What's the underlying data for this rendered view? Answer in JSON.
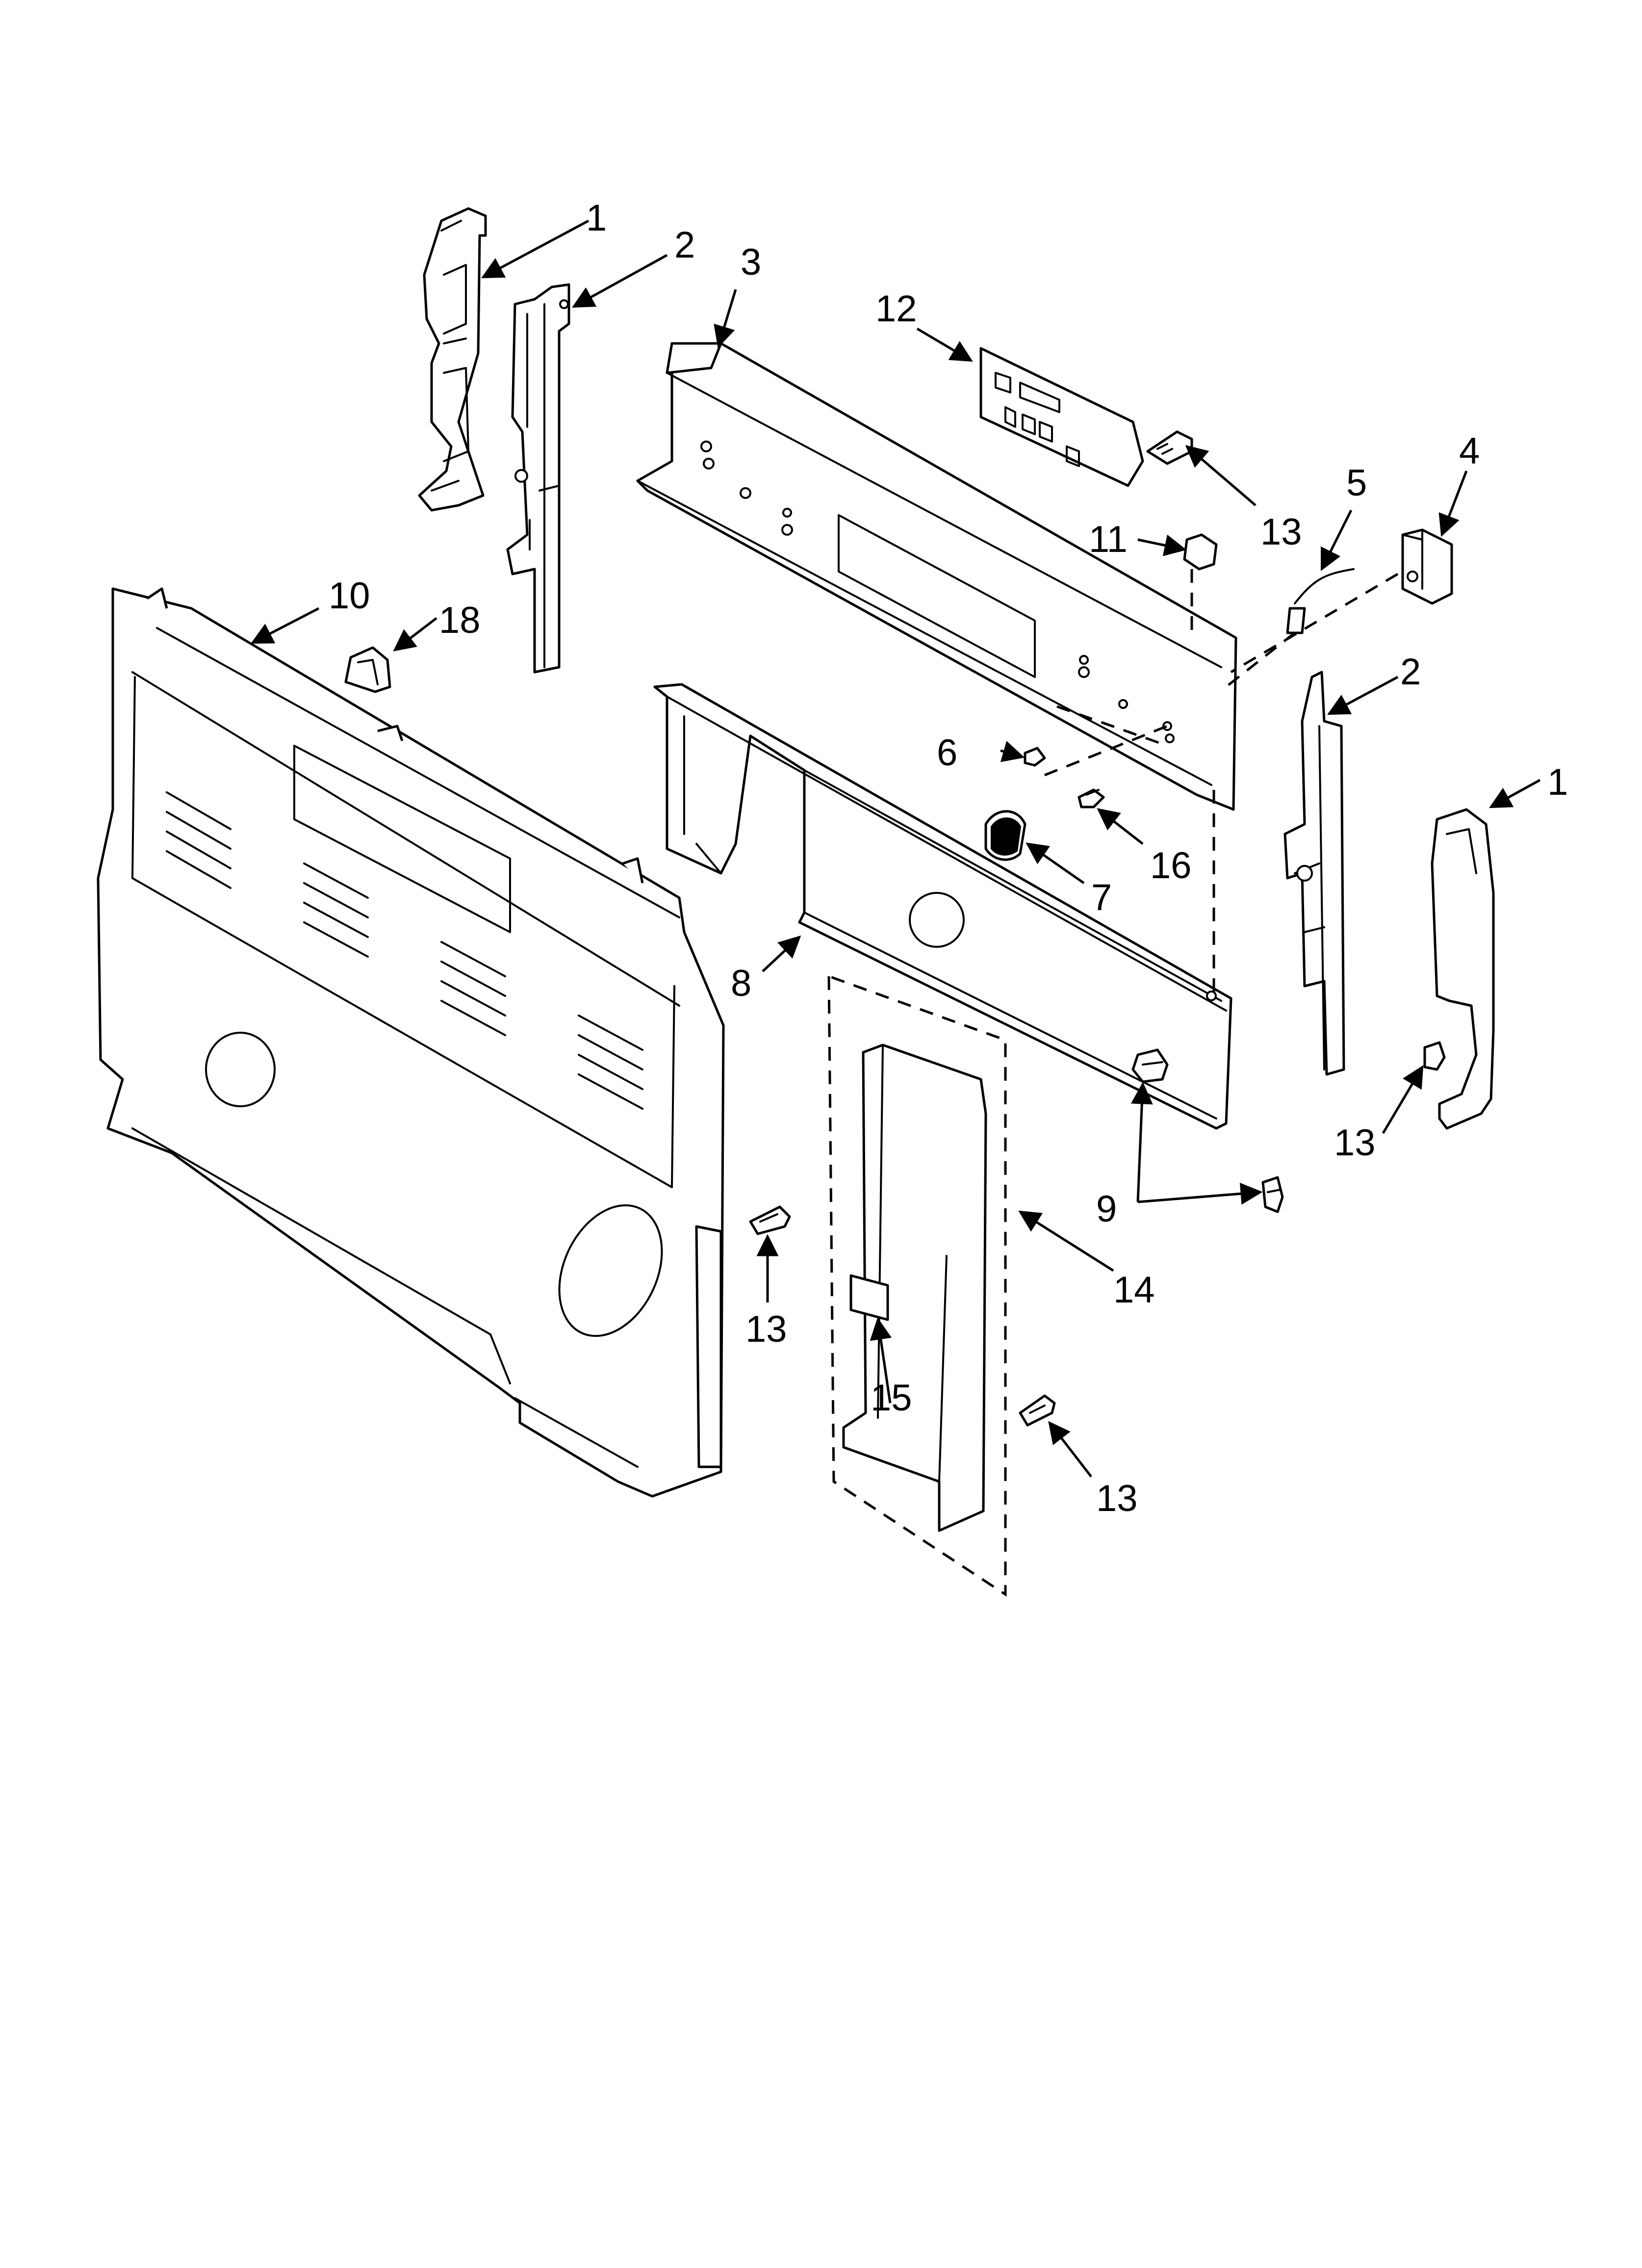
{
  "diagram": {
    "callouts": {
      "c1a": "1",
      "c2a": "2",
      "c3": "3",
      "c12": "12",
      "c13a": "13",
      "c5": "5",
      "c4": "4",
      "c11": "11",
      "c10": "10",
      "c18": "18",
      "c2b": "2",
      "c6": "6",
      "c16": "16",
      "c7": "7",
      "c1b": "1",
      "c8": "8",
      "c13b": "13",
      "c9": "9",
      "c14": "14",
      "c13c": "13",
      "c15": "15",
      "c13d": "13"
    }
  }
}
